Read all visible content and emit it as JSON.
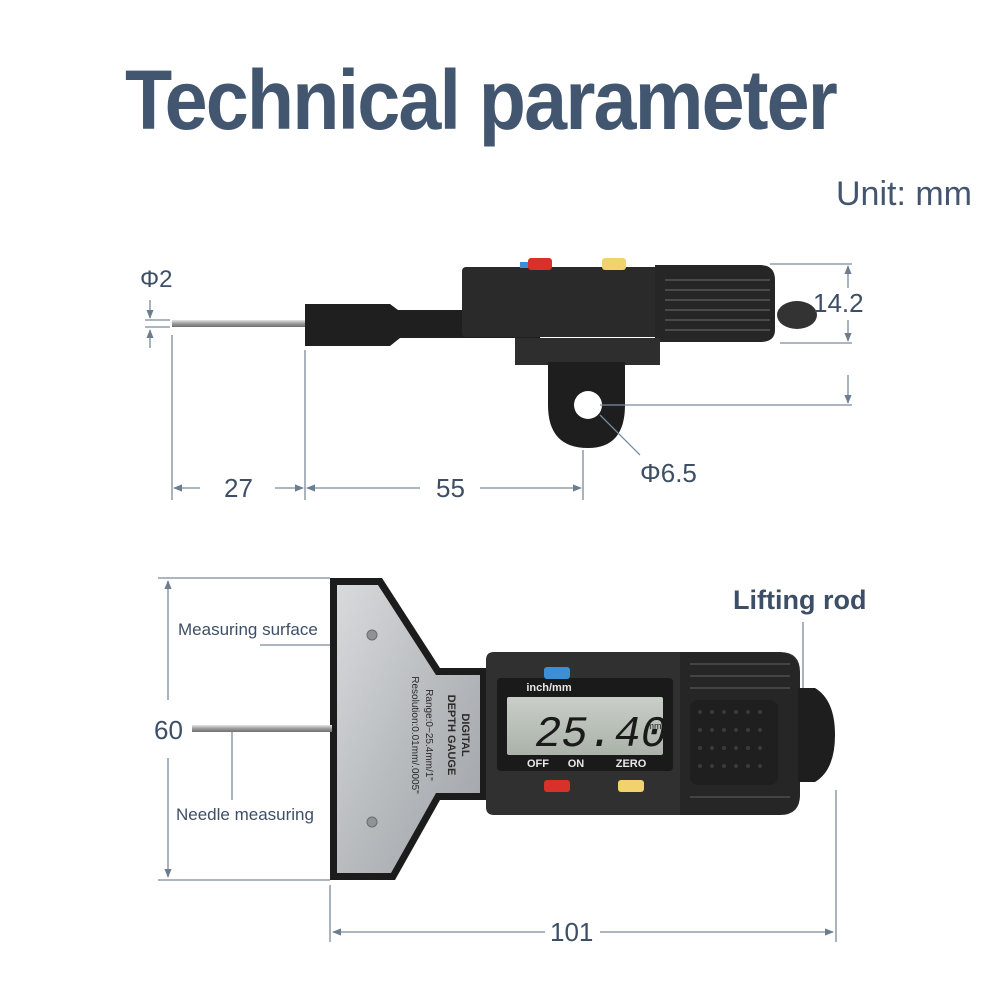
{
  "title": "Technical parameter",
  "unit_label": "Unit: mm",
  "side_view": {
    "dim_probe_diameter": "Φ2",
    "dim_probe_length": "27",
    "dim_body_length": "55",
    "dim_height": "14.2",
    "dim_hole_diameter": "Φ6.5"
  },
  "front_view": {
    "label_measuring_surface": "Measuring surface",
    "label_needle_measuring": "Needle measuring",
    "label_lifting_rod": "Lifting rod",
    "dim_base_height": "60",
    "dim_total_length": "101",
    "plate_text_line1": "DIGITAL",
    "plate_text_line2": "DEPTH GAUGE",
    "plate_text_line3": "Range:0~25.4mm/1\"",
    "plate_text_line4": "Resolution:0.01mm/.0005\"",
    "display_header": "inch/mm",
    "display_reading": "25.40",
    "display_unit": "mm",
    "button_off": "OFF",
    "button_on": "ON",
    "button_zero": "ZERO"
  },
  "colors": {
    "title": "#435670",
    "dimension_line": "#7a8a9c",
    "body": "#2b2b2b",
    "red_button": "#d9302a",
    "blue_button": "#3a8fd8",
    "yellow_button": "#f2d36b"
  }
}
